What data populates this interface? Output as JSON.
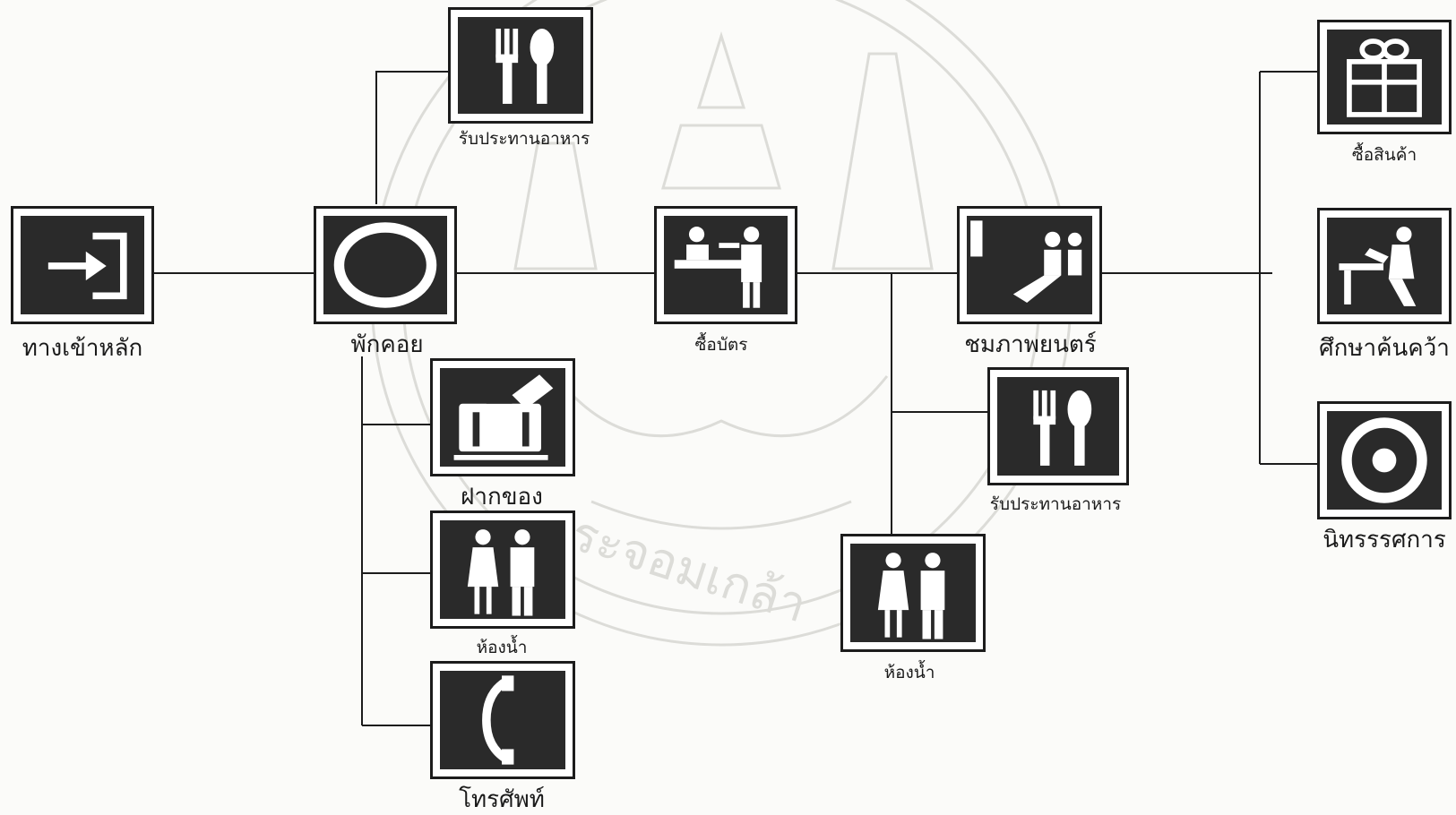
{
  "diagram": {
    "nodes": [
      {
        "id": "main-entrance",
        "label": "ทางเข้าหลัก",
        "icon": "entrance-arrow-icon"
      },
      {
        "id": "lounge",
        "label": "พักคอย",
        "icon": "ring-icon"
      },
      {
        "id": "food-1",
        "label": "รับประทานอาหาร",
        "icon": "fork-spoon-icon"
      },
      {
        "id": "luggage",
        "label": "ฝากของ",
        "icon": "luggage-icon"
      },
      {
        "id": "restroom-1",
        "label": "ห้องน้ำ",
        "icon": "restroom-icon"
      },
      {
        "id": "telephone",
        "label": "โทรศัพท์",
        "icon": "telephone-icon"
      },
      {
        "id": "ticket",
        "label": "ซื้อบัตร",
        "icon": "ticket-counter-icon"
      },
      {
        "id": "cinema",
        "label": "ชมภาพยนตร์",
        "icon": "cinema-seating-icon"
      },
      {
        "id": "food-2",
        "label": "รับประทานอาหาร",
        "icon": "fork-spoon-icon"
      },
      {
        "id": "restroom-2",
        "label": "ห้องน้ำ",
        "icon": "restroom-icon"
      },
      {
        "id": "shop",
        "label": "ซื้อสินค้า",
        "icon": "gift-box-icon"
      },
      {
        "id": "research",
        "label": "ศึกษาค้นคว้า",
        "icon": "reading-desk-icon"
      },
      {
        "id": "exhibition",
        "label": "นิทรรรศการ",
        "icon": "target-icon"
      }
    ],
    "edges": [
      [
        "main-entrance",
        "lounge"
      ],
      [
        "lounge",
        "food-1"
      ],
      [
        "lounge",
        "luggage"
      ],
      [
        "lounge",
        "restroom-1"
      ],
      [
        "lounge",
        "telephone"
      ],
      [
        "lounge",
        "ticket"
      ],
      [
        "ticket",
        "cinema"
      ],
      [
        "ticket",
        "food-2"
      ],
      [
        "ticket",
        "restroom-2"
      ],
      [
        "cinema",
        "shop"
      ],
      [
        "cinema",
        "research"
      ],
      [
        "cinema",
        "exhibition"
      ]
    ],
    "watermark": {
      "text": "พระจอมเกล้า"
    }
  }
}
